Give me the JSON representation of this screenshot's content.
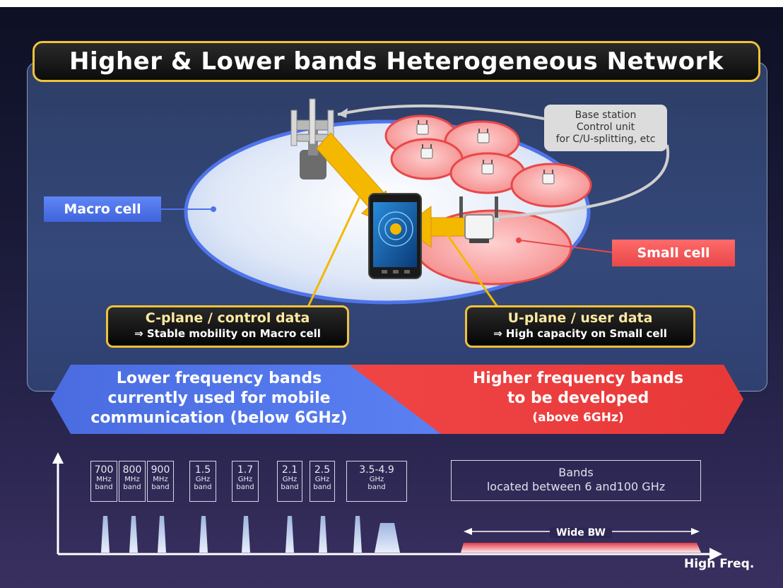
{
  "title": "Higher & Lower bands Heterogeneous Network",
  "labels": {
    "macro_cell": "Macro cell",
    "small_cell": "Small cell",
    "base_station": [
      "Base station",
      "Control unit",
      "for C/U-splitting, etc"
    ]
  },
  "planes": {
    "c_plane": {
      "heading": "C-plane / control data",
      "sub": "⇒ Stable mobility on Macro cell"
    },
    "u_plane": {
      "heading": "U-plane / user data",
      "sub": "⇒ High capacity on Small cell"
    }
  },
  "bands": {
    "lower": [
      "Lower frequency bands",
      "currently used for mobile",
      "communication (below 6GHz)"
    ],
    "higher": [
      "Higher frequency bands",
      "to be developed",
      "(above 6GHz)"
    ]
  },
  "frequency_boxes": [
    {
      "value": "700",
      "unit": "MHz",
      "band": "band"
    },
    {
      "value": "800",
      "unit": "MHz",
      "band": "band"
    },
    {
      "value": "900",
      "unit": "MHz",
      "band": "band"
    },
    {
      "value": "1.5",
      "unit": "GHz",
      "band": "band"
    },
    {
      "value": "1.7",
      "unit": "GHz",
      "band": "band"
    },
    {
      "value": "2.1",
      "unit": "GHz",
      "band": "band"
    },
    {
      "value": "2.5",
      "unit": "GHz",
      "band": "band"
    },
    {
      "value": "3.5-4.9",
      "unit": "GHz",
      "band": "band"
    }
  ],
  "high_bands_box": [
    "Bands",
    "located between 6 and100 GHz"
  ],
  "wide_bw": "Wide BW",
  "high_freq": "High Freq.",
  "colors": {
    "macro_blue": "#4f74ea",
    "small_red": "#f04848",
    "arrow_gold": "#f5b800",
    "frame_gold": "#f0c23a"
  }
}
